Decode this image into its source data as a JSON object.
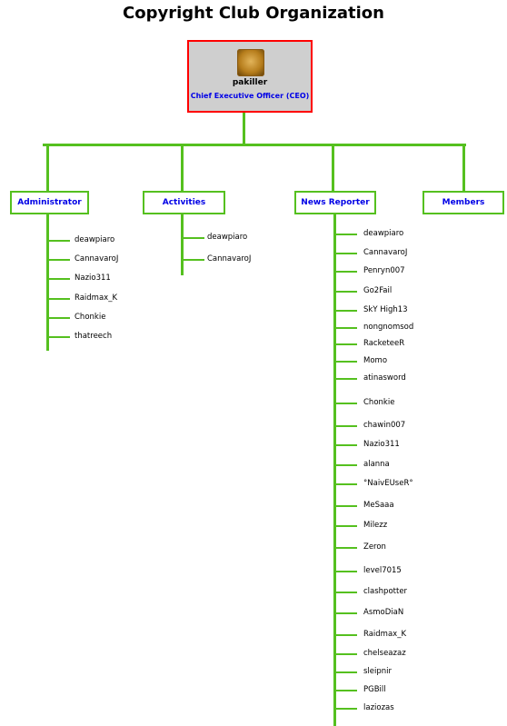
{
  "title": "Copyright Club Organization",
  "colors": {
    "connector": "#55c01f",
    "ceo_border": "#ff0000",
    "ceo_fill": "#cfcfcf",
    "dept_text": "#0000e6"
  },
  "ceo": {
    "name": "pakiller",
    "role": "Chief Executive Officer (CEO)",
    "avatar_icon": "lion-avatar-icon"
  },
  "departments": [
    {
      "name": "Administrator",
      "members": [
        "deawpiaro",
        "CannavaroJ",
        "Nazio311",
        "Raidmax_K",
        "Chonkie",
        "thatreech"
      ]
    },
    {
      "name": "Activities",
      "members": [
        "deawpiaro",
        "CannavaroJ"
      ]
    },
    {
      "name": "News Reporter",
      "members": [
        "deawpiaro",
        "CannavaroJ",
        "Penryn007",
        "Go2Fail",
        "SkY High13",
        "nongnomsod",
        "RacketeeR",
        "Momo",
        "atinasword",
        "Chonkie",
        "chawin007",
        "Nazio311",
        "alanna",
        "°NaivEUseR°",
        "MeSaaa",
        "Milezz",
        "Zeron",
        "level7015",
        "clashpotter",
        "AsmoDiaN",
        "Raidmax_K",
        "chelseazaz",
        "sleipnir",
        "PGBill",
        "laziozas"
      ]
    },
    {
      "name": "Members",
      "members": []
    }
  ]
}
